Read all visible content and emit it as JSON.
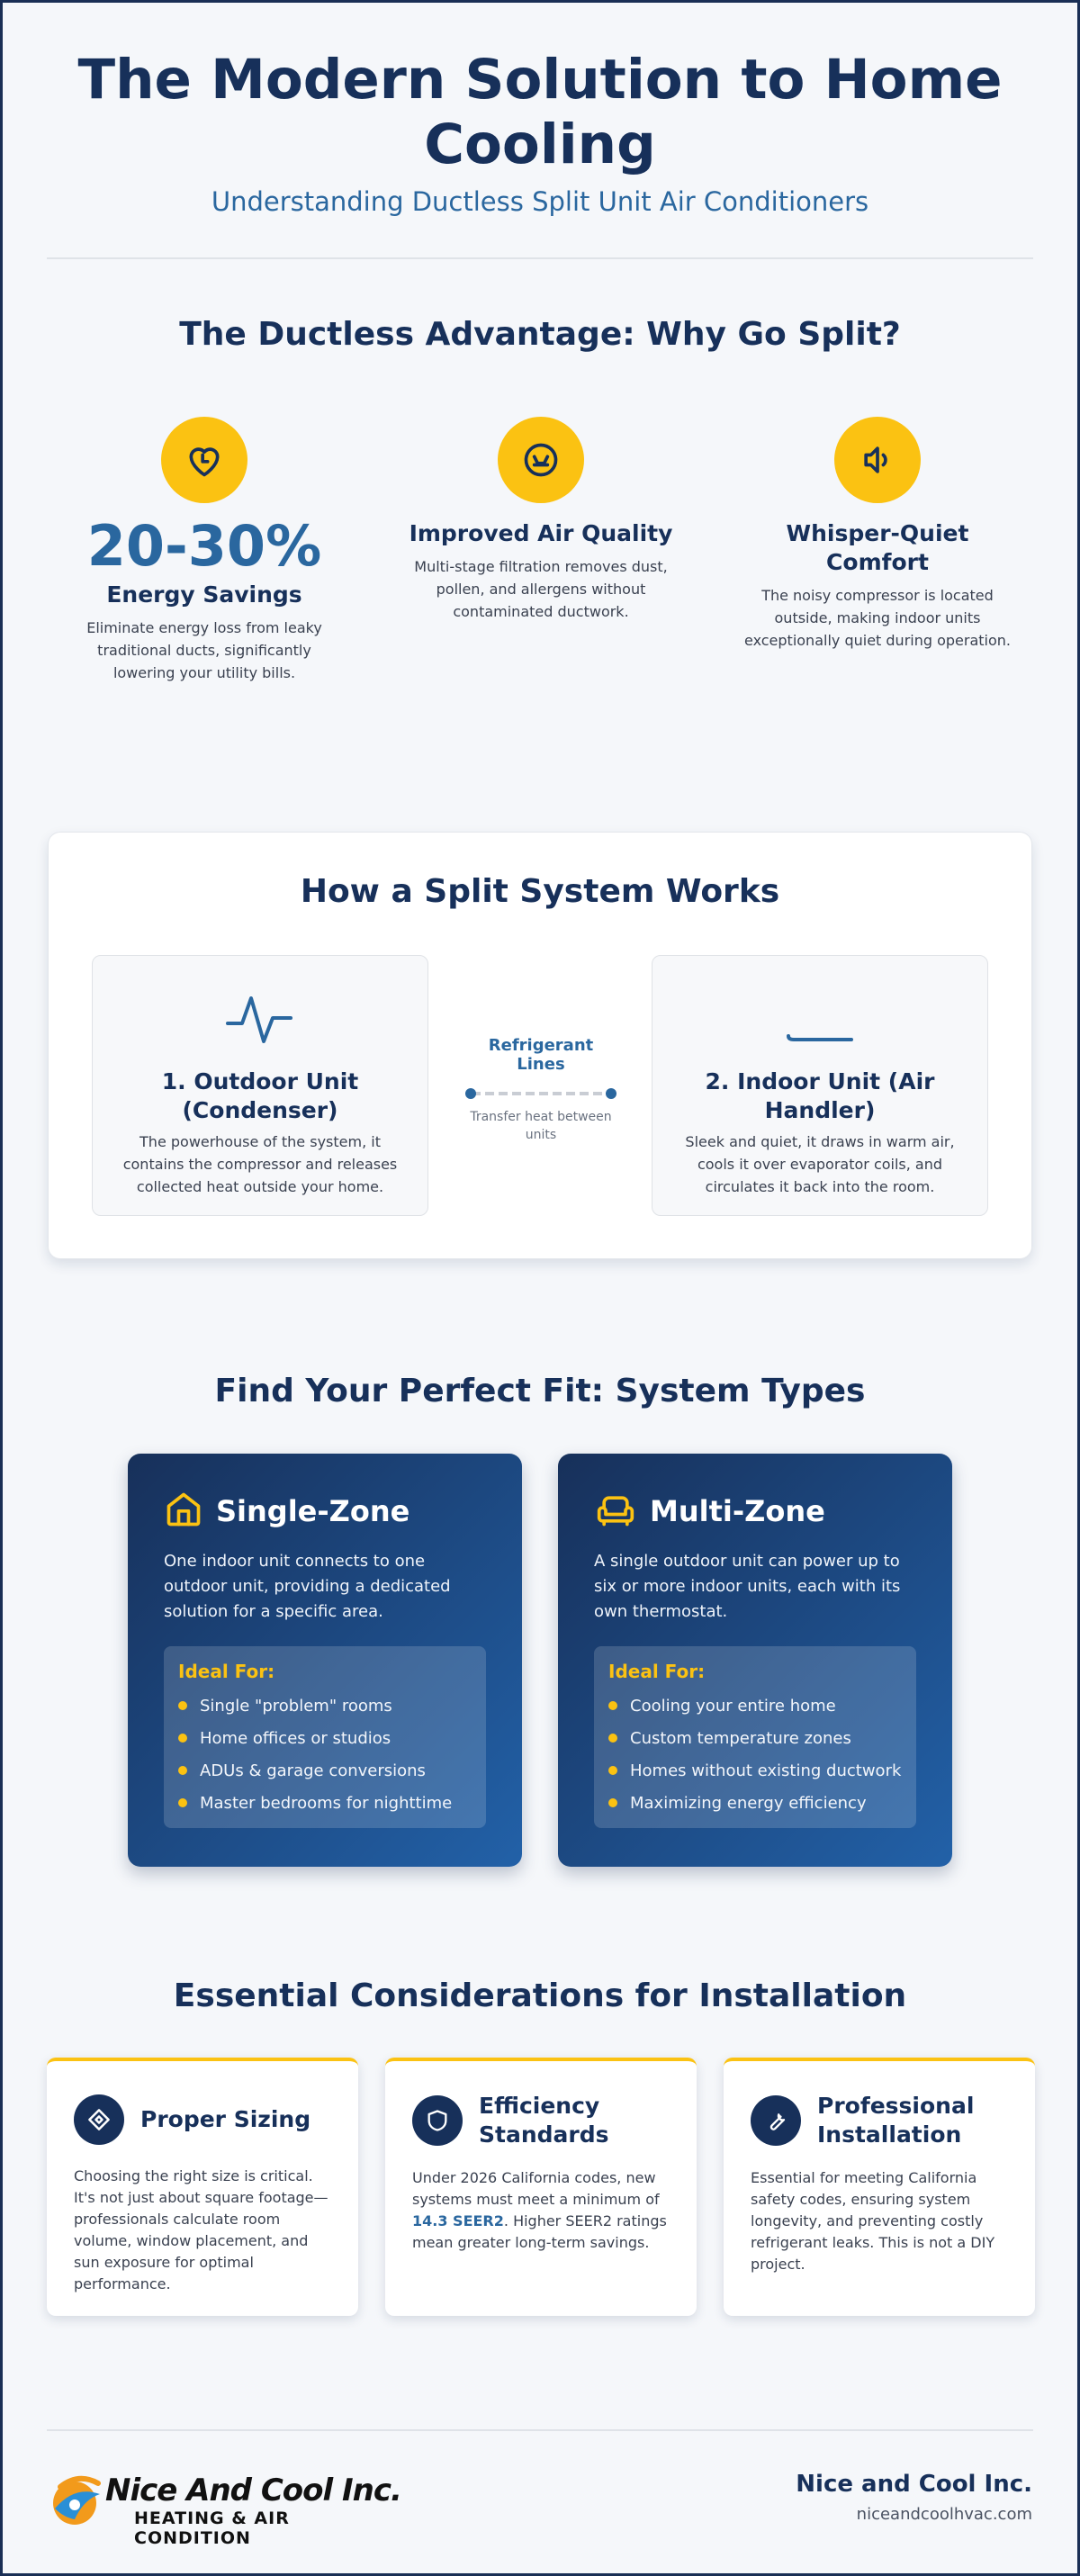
{
  "header": {
    "title": "The Modern Solution to Home Cooling",
    "subtitle": "Understanding Ductless Split Unit Air Conditioners"
  },
  "advantages": {
    "title": "The Ductless Advantage: Why Go Split?",
    "items": [
      {
        "icon": "heart-icon",
        "stat": "20-30%",
        "title": "Energy Savings",
        "description": "Eliminate energy loss from leaky traditional ducts, significantly lowering your utility bills."
      },
      {
        "icon": "air-quality-icon",
        "title": "Improved Air Quality",
        "description": "Multi-stage filtration removes dust, pollen, and allergens without contaminated ductwork."
      },
      {
        "icon": "speaker-icon",
        "title": "Whisper-Quiet Comfort",
        "description": "The noisy compressor is located outside, making indoor units exceptionally quiet during operation."
      }
    ]
  },
  "how_it_works": {
    "title": "How a Split System Works",
    "outdoor": {
      "icon": "pulse-icon",
      "title": "1. Outdoor Unit (Condenser)",
      "description": "The powerhouse of the system, it contains the compressor and releases collected heat outside your home."
    },
    "refrigerant": {
      "label": "Refrigerant Lines",
      "description": "Transfer heat between units"
    },
    "indoor": {
      "icon": "indoor-unit-icon",
      "title": "2. Indoor Unit (Air Handler)",
      "description": "Sleek and quiet, it draws in warm air, cools it over evaporator coils, and circulates it back into the room."
    }
  },
  "system_types": {
    "title": "Find Your Perfect Fit: System Types",
    "cards": [
      {
        "icon": "house-icon",
        "title": "Single-Zone",
        "description": "One indoor unit connects to one outdoor unit, providing a dedicated solution for a specific area.",
        "ideal_title": "Ideal For:",
        "ideal_items": [
          "Single \"problem\" rooms",
          "Home offices or studios",
          "ADUs & garage conversions",
          "Master bedrooms for nighttime"
        ]
      },
      {
        "icon": "sofa-icon",
        "title": "Multi-Zone",
        "description": "A single outdoor unit can power up to six or more indoor units, each with its own thermostat.",
        "ideal_title": "Ideal For:",
        "ideal_items": [
          "Cooling your entire home",
          "Custom temperature zones",
          "Homes without existing ductwork",
          "Maximizing energy efficiency"
        ]
      }
    ]
  },
  "considerations": {
    "title": "Essential Considerations for Installation",
    "cards": [
      {
        "icon": "sizing-icon",
        "title": "Proper Sizing",
        "description": "Choosing the right size is critical. It's not just about square footage—professionals calculate room volume, window placement, and sun exposure for optimal performance."
      },
      {
        "icon": "shield-icon",
        "title": "Efficiency Standards",
        "description_before": "Under 2026 California codes, new systems must meet a minimum of ",
        "highlight": "14.3 SEER2",
        "description_after": ". Higher SEER2 ratings mean greater long-term savings."
      },
      {
        "icon": "wrench-icon",
        "title": "Professional Installation",
        "description": "Essential for meeting California safety codes, ensuring system longevity, and preventing costly refrigerant leaks. This is not a DIY project."
      }
    ]
  },
  "footer": {
    "logo_name": "Nice And Cool Inc.",
    "logo_tagline": "HEATING & AIR CONDITION",
    "company": "Nice and Cool Inc.",
    "website": "niceandcoolhvac.com"
  },
  "colors": {
    "navy": "#17305a",
    "blue": "#2a679f",
    "yellow": "#fbc212",
    "background": "#f5f7fa"
  }
}
